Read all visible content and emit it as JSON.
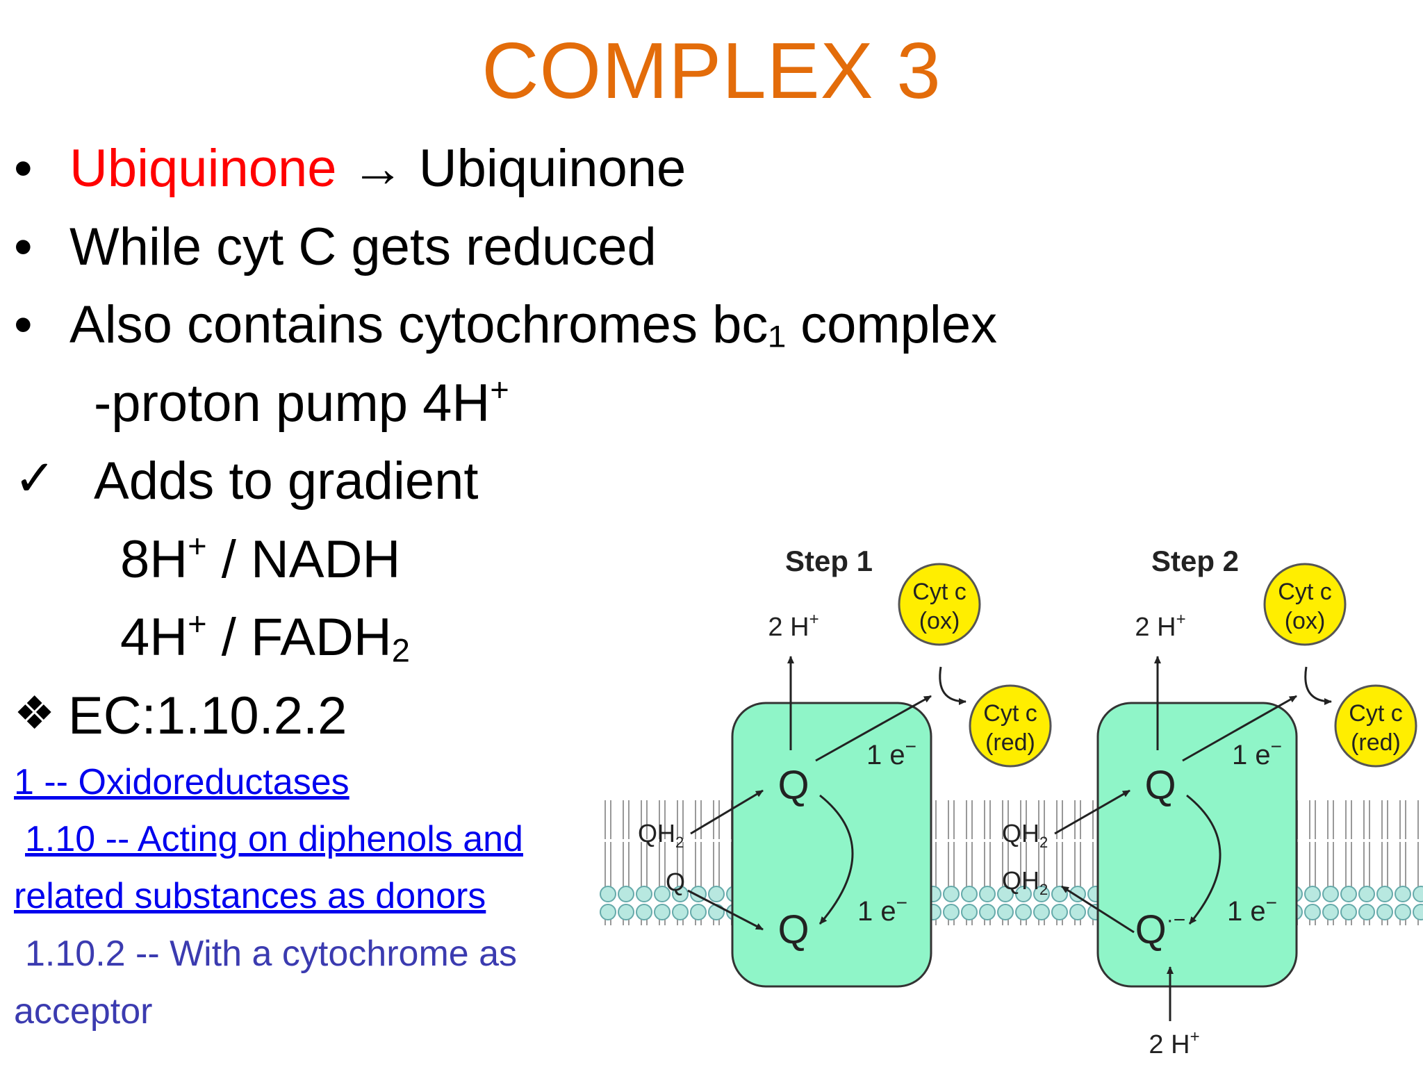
{
  "slide": {
    "title": "COMPLEX 3",
    "bullets": {
      "b1_red": "Ubiquinone",
      "b1_rest": "→ Ubiquinone",
      "b2": "While cyt C gets reduced",
      "b3": "Also contains cytochromes bc₁ complex",
      "b4_text": "-proton pump 4H",
      "b4_sup": "+",
      "b5": "Adds to gradient",
      "b6_pre": "8H",
      "b6_sup": "+",
      "b6_post": " / NADH",
      "b7_pre": "4H",
      "b7_sup": "+",
      "b7_post": " / FADH",
      "b7_sub": "2",
      "b8": "EC:1.10.2.2"
    },
    "symbols": {
      "dot": "•",
      "check": "✓",
      "diamond": "❖"
    },
    "links": {
      "l1": "1 -- Oxidoreductases",
      "l2a": "1.10 -- Acting on diphenols and",
      "l2b": "related substances as donors",
      "l3a": "1.10.2 -- With a cytochrome as",
      "l3b": "acceptor"
    }
  },
  "diagram": {
    "step1": "Step 1",
    "step2": "Step 2",
    "h2": "2 H",
    "plus": "+",
    "cyt_c": "Cyt c",
    "ox": "(ox)",
    "red": "(red)",
    "e_one": "1 e",
    "minus": "−",
    "q": "Q",
    "qh": "QH",
    "two": "2",
    "q_radical": "Q",
    "dot_minus": "·−"
  },
  "colors": {
    "title": "#e36c0a",
    "red_text": "#ff0000",
    "link": "#0000ee",
    "complex_fill": "#8ff5c8",
    "cyt_fill": "#ffee00",
    "membrane_head": "#b8e8e0"
  }
}
